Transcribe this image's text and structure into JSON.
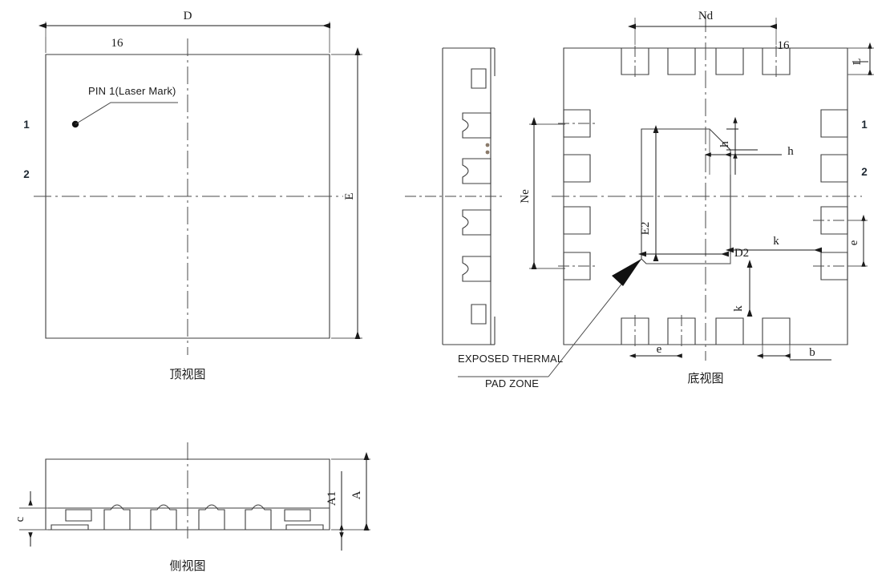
{
  "drawing": {
    "title": "QFN Package Mechanical Outline Drawing",
    "line_color": "#3d3d3d",
    "dim_color": "#1a1a1a",
    "text_color": "#1b1b1b",
    "background": "#ffffff"
  },
  "top_view": {
    "caption": "顶视图",
    "dim_D": "D",
    "dim_E": "E",
    "dim_16": "16",
    "pin_1": "1",
    "pin_2": "2",
    "callout": "PIN 1(Laser Mark)"
  },
  "cross_section_view": {
    "dim_Ne": "Ne"
  },
  "bottom_view": {
    "caption": "底视图",
    "dim_Nd": "Nd",
    "dim_16": "16",
    "dim_L": "L",
    "dim_h_vertical": "h",
    "dim_h_horizontal": "h",
    "dim_E2": "E2",
    "dim_D2": "D2",
    "dim_k_right": "k",
    "dim_k_bottom": "k",
    "dim_e_right": "e",
    "dim_e_bottom": "e",
    "dim_b": "b",
    "pin_1": "1",
    "pin_2": "2",
    "thermal_pad_line1": "EXPOSED THERMAL",
    "thermal_pad_line2": "PAD ZONE"
  },
  "side_view": {
    "caption": "侧视图",
    "dim_A": "A",
    "dim_A1": "A1",
    "dim_c": "c"
  }
}
